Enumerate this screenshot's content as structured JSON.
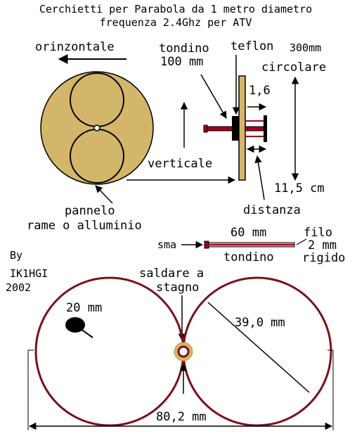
{
  "title": {
    "line1": "Cerchietti per Parabola da 1 metro diametro",
    "line2": "frequenza 2.4Ghz per ATV"
  },
  "top_view": {
    "orientation_label": "orinzontale",
    "panel_label_1": "pannelo",
    "panel_label_2": "rame o alluminio",
    "vertical_label": "verticale"
  },
  "side_view": {
    "rod_label_1": "tondino",
    "rod_label_2": "100 mm",
    "teflon_label": "teflon",
    "size_label": "300mm",
    "shape_label": "circolare",
    "gap_label": "1,6",
    "height_label": "11,5 cm",
    "distance_label": "distanza"
  },
  "connector": {
    "sma_label": "sma",
    "length_label": "60 mm",
    "rod_label": "tondino",
    "wire_label_1": "filo",
    "wire_label_2": "2 mm",
    "wire_label_3": "rigido"
  },
  "author": {
    "by": "By",
    "call": "IK1HGI",
    "year": "2002"
  },
  "loops": {
    "solder_label_1": "saldare a",
    "solder_label_2": "stagno",
    "hole_label": "20 mm",
    "diameter_label": "39,0 mm",
    "total_width_label": "80,2 mm"
  },
  "colors": {
    "panel_fill": "#d4b66a",
    "loop_wire": "#7a1018",
    "rod_red": "#a00018",
    "black": "#000000"
  }
}
